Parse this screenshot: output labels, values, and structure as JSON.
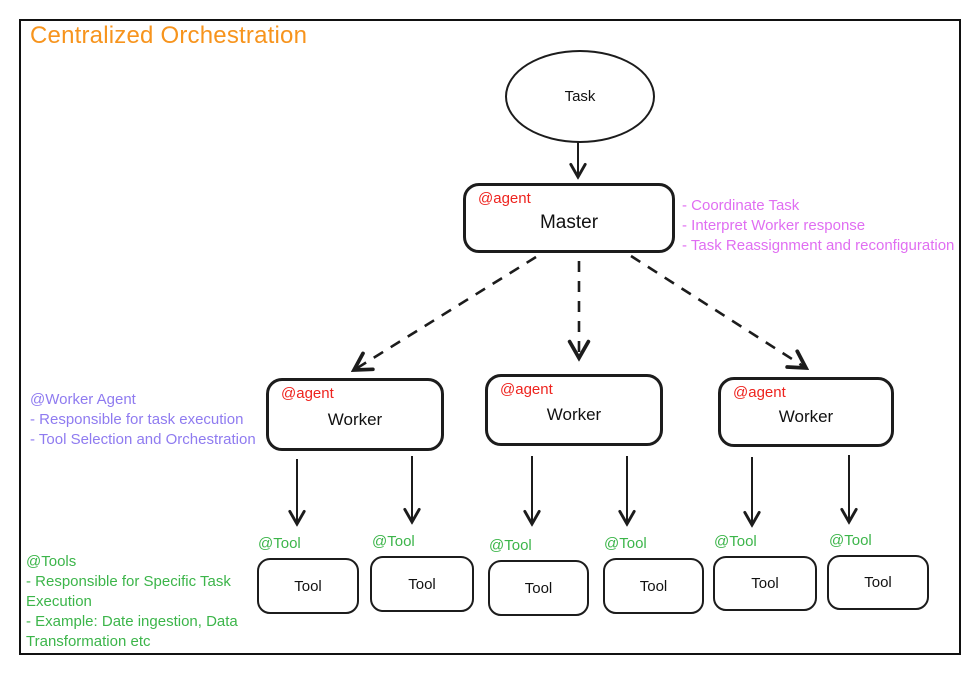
{
  "title": "Centralized Orchestration",
  "colors": {
    "title_orange": "#F7941D",
    "agent_tag_red": "#EE231E",
    "tool_tag_green": "#3CB54A",
    "master_notes_magenta": "#E06EF2",
    "worker_notes_purple": "#8F7BF0",
    "tool_notes_green": "#3CB54A",
    "stroke_black": "#1C1C1C"
  },
  "diagram": {
    "task": {
      "label": "Task"
    },
    "master": {
      "tag": "@agent",
      "label": "Master"
    },
    "workers": [
      {
        "tag": "@agent",
        "label": "Worker"
      },
      {
        "tag": "@agent",
        "label": "Worker"
      },
      {
        "tag": "@agent",
        "label": "Worker"
      }
    ],
    "tools": [
      {
        "tag": "@Tool",
        "label": "Tool"
      },
      {
        "tag": "@Tool",
        "label": "Tool"
      },
      {
        "tag": "@Tool",
        "label": "Tool"
      },
      {
        "tag": "@Tool",
        "label": "Tool"
      },
      {
        "tag": "@Tool",
        "label": "Tool"
      },
      {
        "tag": "@Tool",
        "label": "Tool"
      }
    ]
  },
  "annotations": {
    "master_notes": {
      "lines": [
        "- Coordinate Task",
        "- Interpret Worker response",
        "- Task Reassignment and reconfiguration"
      ]
    },
    "worker_notes": {
      "lines": [
        "@Worker Agent",
        "- Responsible for task execution",
        "- Tool Selection and Orchestration"
      ]
    },
    "tool_notes": {
      "lines": [
        "@Tools",
        "- Responsible for Specific Task",
        "Execution",
        "- Example: Date ingestion, Data",
        "Transformation etc"
      ]
    }
  }
}
